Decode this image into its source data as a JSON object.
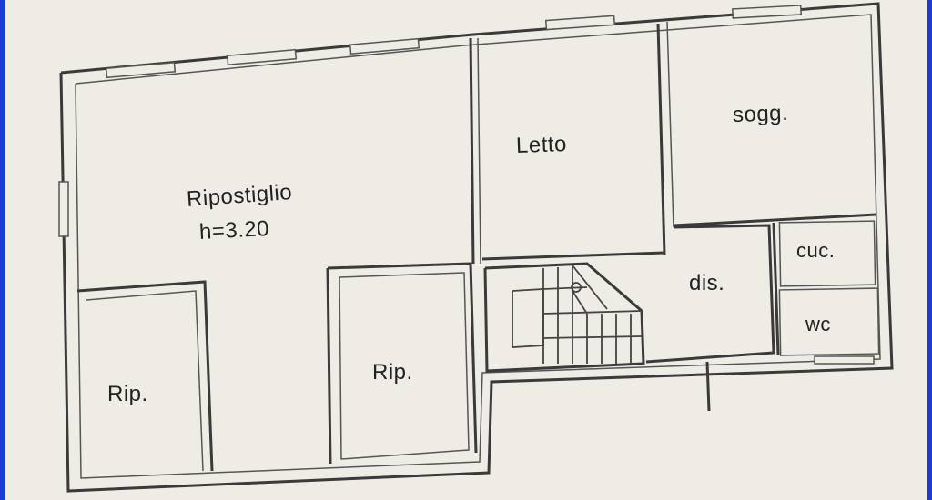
{
  "plan": {
    "rooms": {
      "ripostiglio": {
        "name": "Ripostiglio",
        "height": "h=3.20"
      },
      "letto": "Letto",
      "sogg": "sogg.",
      "cuc": "cuc.",
      "dis": "dis.",
      "wc": "wc",
      "rip_left": "Rip.",
      "rip_mid": "Rip."
    }
  }
}
